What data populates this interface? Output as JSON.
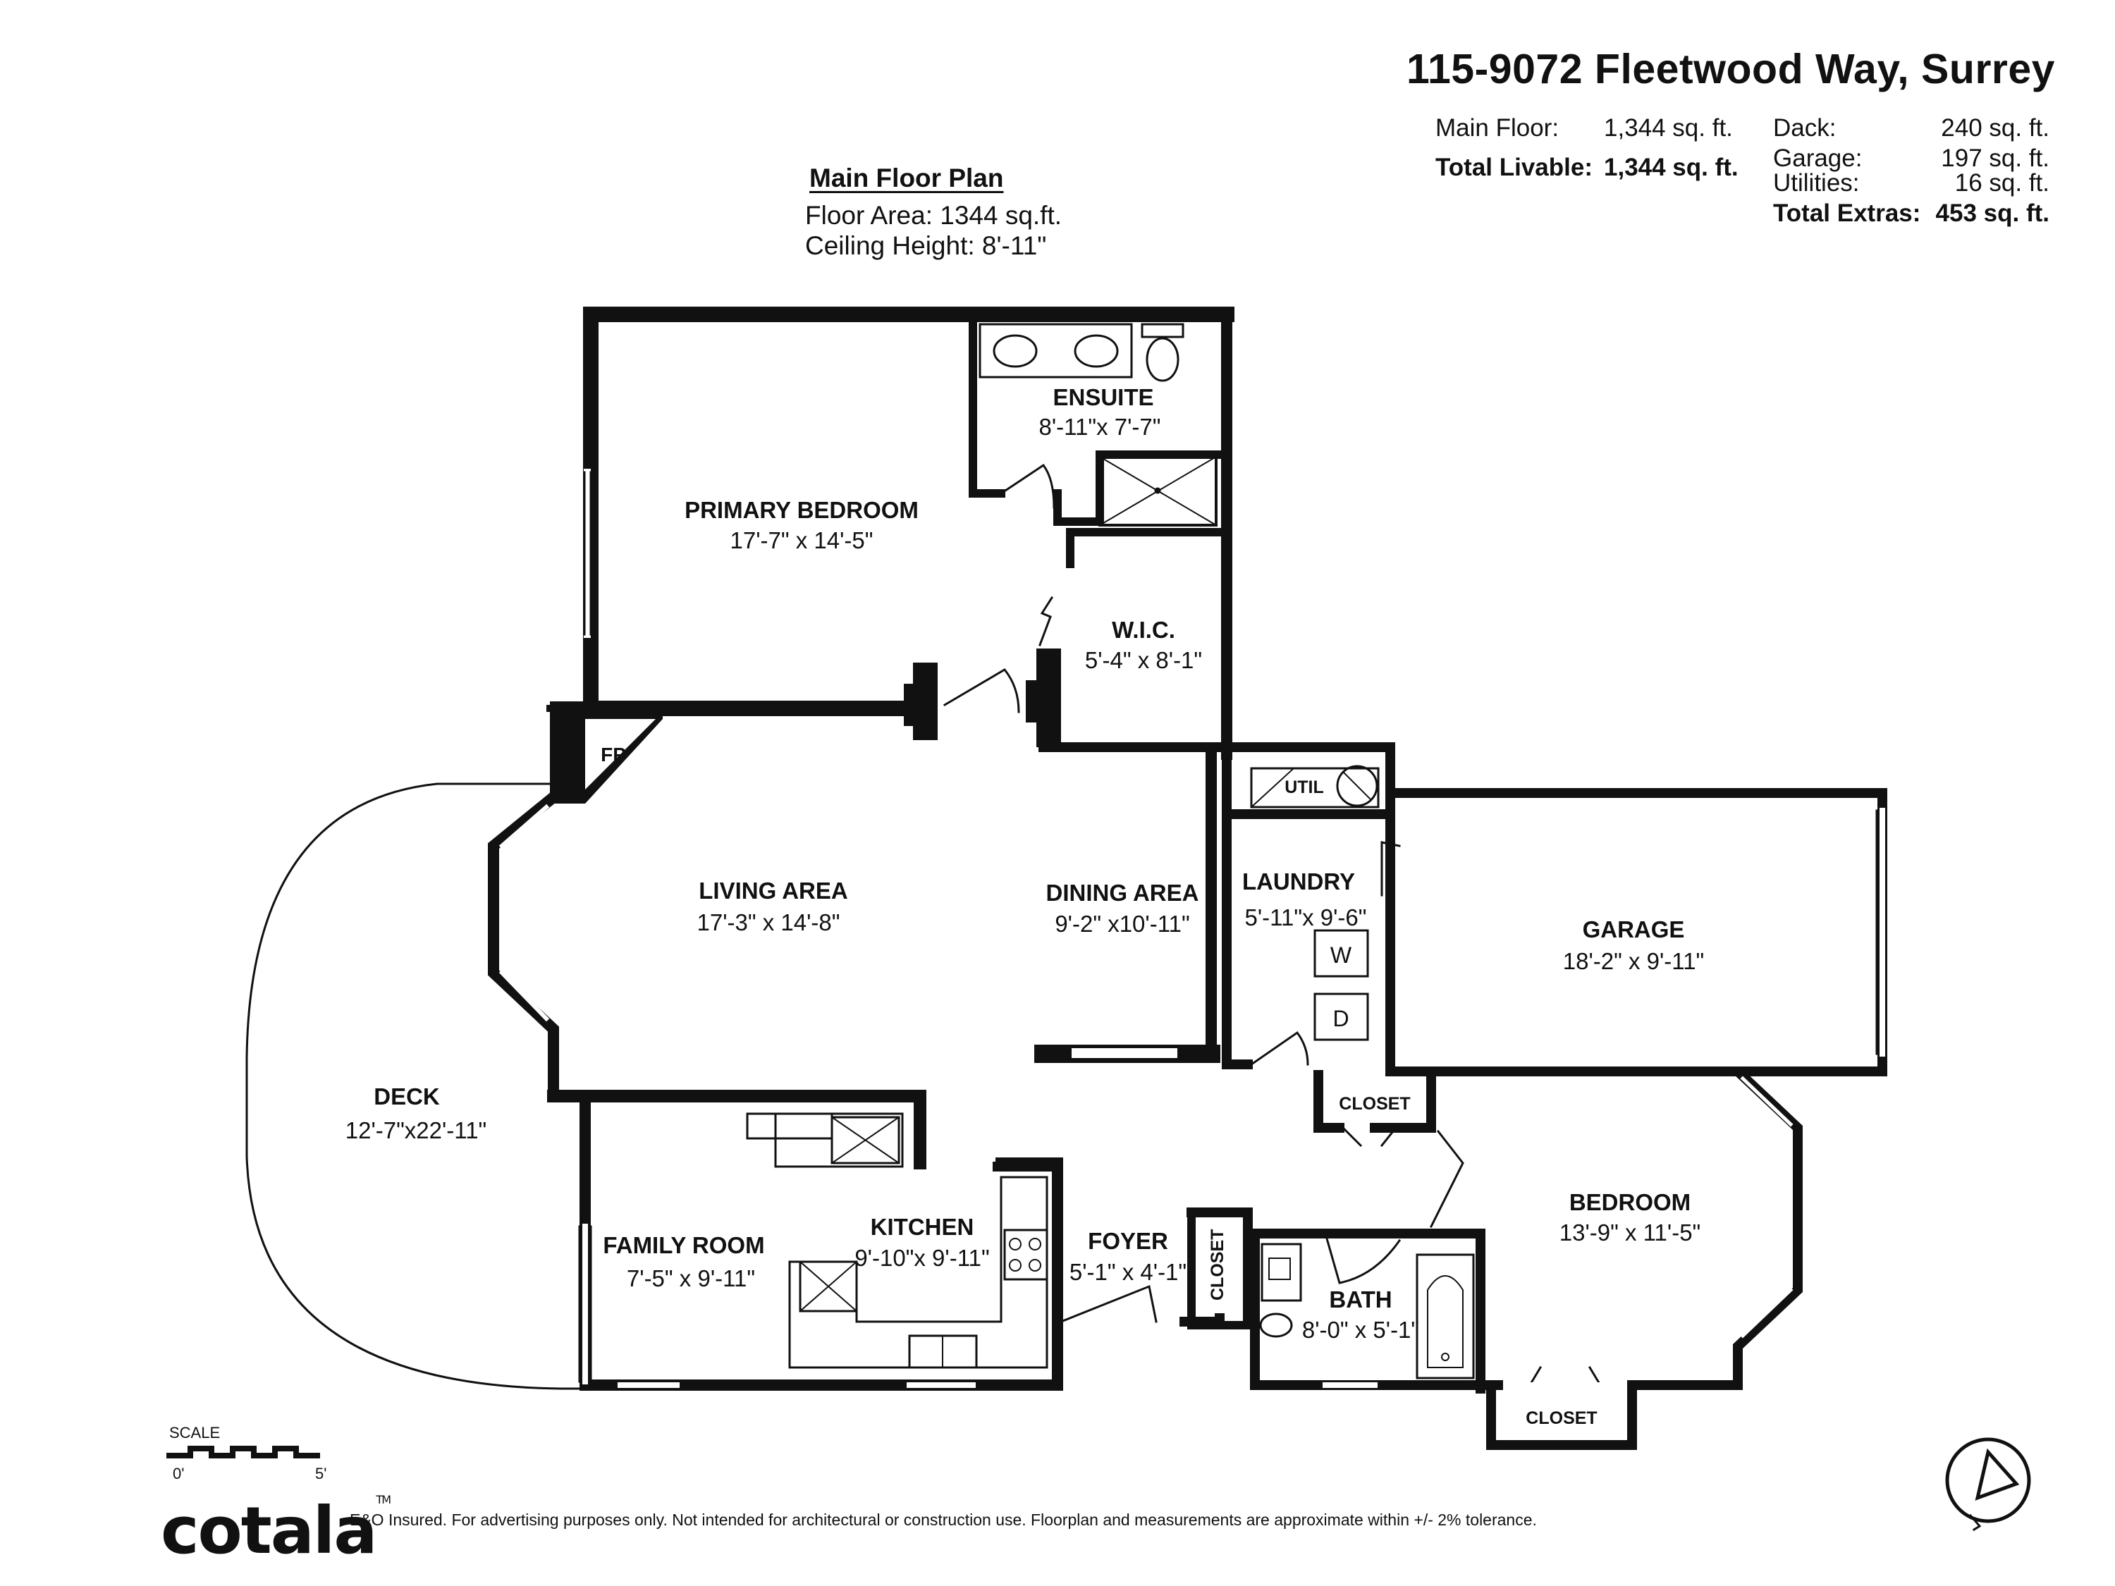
{
  "header": {
    "address": "115-9072 Fleetwood Way, Surrey",
    "areas_left": [
      {
        "label": "Main Floor:",
        "value": "1,344 sq. ft."
      },
      {
        "label": "Total Livable:",
        "value": "1,344 sq. ft."
      }
    ],
    "areas_right": [
      {
        "label": "Dack:",
        "value": "240 sq. ft."
      },
      {
        "label": "Garage:",
        "value": "197 sq. ft."
      },
      {
        "label": "Utilities:",
        "value": "16 sq. ft."
      },
      {
        "label": "Total Extras:",
        "value": "453 sq. ft."
      }
    ]
  },
  "plan_info": {
    "title": "Main Floor Plan",
    "floor_area": "Floor Area: 1344 sq.ft.",
    "ceiling_height": "Ceiling Height: 8'-11\""
  },
  "rooms": {
    "ensuite": {
      "name": "ENSUITE",
      "dim": "8'-11\"x 7'-7\""
    },
    "primary_bedroom": {
      "name": "PRIMARY BEDROOM",
      "dim": "17'-7\" x 14'-5\""
    },
    "wic": {
      "name": "W.I.C.",
      "dim": "5'-4\" x 8'-1\""
    },
    "living_area": {
      "name": "LIVING AREA",
      "dim": "17'-3\" x 14'-8\""
    },
    "dining_area": {
      "name": "DINING AREA",
      "dim": "9'-2\" x10'-11\""
    },
    "laundry": {
      "name": "LAUNDRY",
      "dim": "5'-11\"x 9'-6\""
    },
    "garage": {
      "name": "GARAGE",
      "dim": "18'-2\" x 9'-11\""
    },
    "deck": {
      "name": "DECK",
      "dim": "12'-7\"x22'-11\""
    },
    "family_room": {
      "name": "FAMILY ROOM",
      "dim": "7'-5\" x 9'-11\""
    },
    "kitchen": {
      "name": "KITCHEN",
      "dim": "9'-10\"x 9'-11\""
    },
    "foyer": {
      "name": "FOYER",
      "dim": "5'-1\" x 4'-1\""
    },
    "bath": {
      "name": "BATH",
      "dim": "8'-0\" x 5'-1\""
    },
    "bedroom": {
      "name": "BEDROOM",
      "dim": "13'-9\" x 11'-5\""
    }
  },
  "fixture_labels": {
    "fireplace": "FP",
    "utility": "UTIL",
    "washer": "W",
    "dryer": "D",
    "closet_top": "CLOSET",
    "closet_foyer": "CLOSET",
    "closet_bedroom": "CLOSET"
  },
  "scale": {
    "label": "SCALE",
    "start": "0'",
    "end": "5'"
  },
  "footer": {
    "brand": "cotala",
    "trademark": "TM",
    "disclaimer": "E&O Insured. For advertising purposes only. Not intended for architectural or construction use. Floorplan and measurements are approximate within +/- 2% tolerance."
  }
}
